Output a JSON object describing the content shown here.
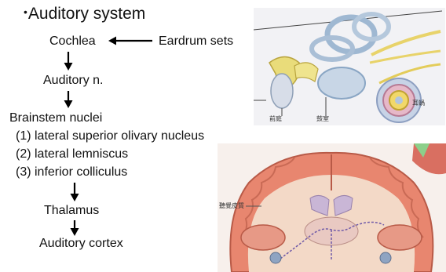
{
  "slide": {
    "bullet": "•",
    "title": "Auditory system",
    "flow": {
      "cochlea": "Cochlea",
      "eardrum": "Eardrum sets",
      "auditory_nerve": "Auditory n.",
      "brainstem": "Brainstem nuclei",
      "nucleus_1": "(1) lateral superior olivary nucleus",
      "nucleus_2": "(2) lateral lemniscus",
      "nucleus_3": "(3) inferior colliculus",
      "thalamus": "Thalamus",
      "cortex": "Auditory cortex"
    }
  },
  "figures": {
    "ear": {
      "label_1": "前庭",
      "label_2": "鼓室",
      "label_3": "耳蝸"
    },
    "brain": {
      "label_left": "聽覺皮質"
    }
  },
  "colors": {
    "text": "#111111",
    "arrow": "#000000",
    "brain_tissue": "#e8866f",
    "white_matter": "#f3d9c7",
    "ventricle": "#c9b6d6",
    "cochlea_blue": "#8fb3d6",
    "nerve_yellow": "#e8d36a"
  }
}
